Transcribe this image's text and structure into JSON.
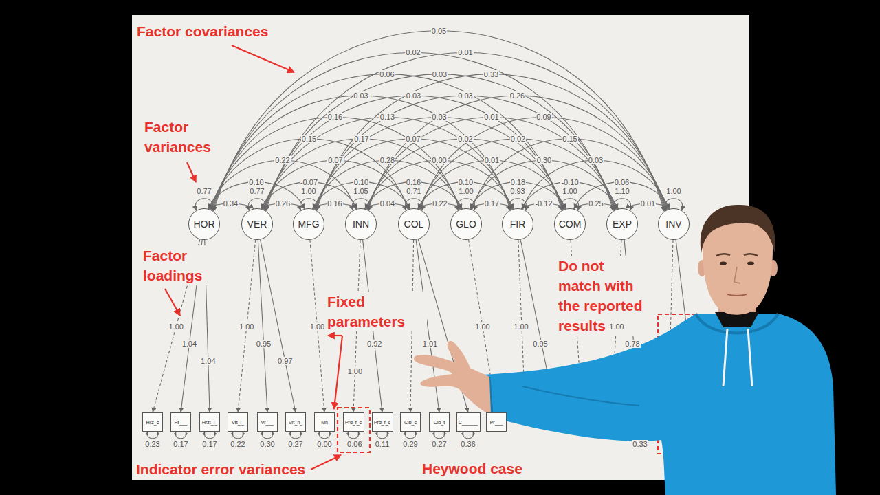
{
  "diagram": {
    "nodes": [
      {
        "text": [
          "HOR"
        ]
      },
      {
        "text": [
          "VER"
        ]
      },
      {
        "text": [
          "MFG"
        ]
      },
      {
        "text": [
          "INN"
        ]
      },
      {
        "text": [
          "COL"
        ]
      },
      {
        "text": [
          "GLO"
        ]
      },
      {
        "text": [
          "FIR"
        ]
      },
      {
        "text": [
          "COM"
        ]
      },
      {
        "text": [
          "EXP"
        ]
      },
      {
        "text": [
          "INV"
        ]
      },
      {
        "text": [
          "Hrz_c"
        ]
      },
      {
        "text": [
          "Hr___"
        ]
      },
      {
        "text": [
          "Hrzt_i_"
        ]
      },
      {
        "text": [
          "Vrt_i_"
        ]
      },
      {
        "text": [
          "Vr___"
        ]
      },
      {
        "text": [
          "Vrt_n_"
        ]
      },
      {
        "text": [
          "Mn"
        ]
      },
      {
        "text": [
          "Prd_f_c"
        ]
      },
      {
        "text": [
          "Prd_f_c"
        ]
      },
      {
        "text": [
          "Clb_c"
        ]
      },
      {
        "text": [
          "Clb_t"
        ]
      },
      {
        "text": [
          "C______"
        ]
      },
      {
        "text": [
          "Pr___"
        ]
      }
    ],
    "edges": [
      {
        "from": 0,
        "to": 1,
        "label": "0.34",
        "arrow": "both"
      },
      {
        "from": 1,
        "to": 2,
        "label": "0.26",
        "arrow": "both"
      },
      {
        "from": 2,
        "to": 3,
        "label": "0.16",
        "arrow": "both"
      },
      {
        "from": 3,
        "to": 4,
        "label": "0.04",
        "arrow": "both"
      },
      {
        "from": 4,
        "to": 5,
        "label": "0.22",
        "arrow": "both"
      },
      {
        "from": 5,
        "to": 6,
        "label": "0.17",
        "arrow": "both"
      },
      {
        "from": 6,
        "to": 7,
        "label": "-0.12",
        "arrow": "both"
      },
      {
        "from": 7,
        "to": 8,
        "label": "0.25",
        "arrow": "both"
      },
      {
        "from": 8,
        "to": 9,
        "label": "0.01",
        "arrow": "both"
      },
      {
        "from": 0,
        "to": 2,
        "label": "0.10",
        "arrow": "both"
      },
      {
        "from": 1,
        "to": 3,
        "label": "-0.07",
        "arrow": "both"
      },
      {
        "from": 2,
        "to": 4,
        "label": "0.10",
        "arrow": "both"
      },
      {
        "from": 3,
        "to": 5,
        "label": "0.16",
        "arrow": "both"
      },
      {
        "from": 4,
        "to": 6,
        "label": "0.10",
        "arrow": "both"
      },
      {
        "from": 5,
        "to": 7,
        "label": "0.18",
        "arrow": "both"
      },
      {
        "from": 6,
        "to": 8,
        "label": "-0.10",
        "arrow": "both"
      },
      {
        "from": 7,
        "to": 9,
        "label": "0.06",
        "arrow": "both"
      },
      {
        "from": 0,
        "to": 3,
        "label": "0.22",
        "arrow": "both"
      },
      {
        "from": 1,
        "to": 4,
        "label": "0.07",
        "arrow": "both"
      },
      {
        "from": 2,
        "to": 5,
        "label": "0.28",
        "arrow": "both"
      },
      {
        "from": 3,
        "to": 6,
        "label": "0.00",
        "arrow": "both"
      },
      {
        "from": 4,
        "to": 7,
        "label": "0.01",
        "arrow": "both"
      },
      {
        "from": 5,
        "to": 8,
        "label": "0.30",
        "arrow": "both"
      },
      {
        "from": 6,
        "to": 9,
        "label": "0.03",
        "arrow": "both"
      },
      {
        "from": 0,
        "to": 4,
        "label": "0.15",
        "arrow": "both"
      },
      {
        "from": 1,
        "to": 5,
        "label": "0.17",
        "arrow": "both"
      },
      {
        "from": 2,
        "to": 6,
        "label": "0.07",
        "arrow": "both"
      },
      {
        "from": 3,
        "to": 7,
        "label": "0.02",
        "arrow": "both"
      },
      {
        "from": 4,
        "to": 8,
        "label": "0.02",
        "arrow": "both"
      },
      {
        "from": 5,
        "to": 9,
        "label": "0.15",
        "arrow": "both"
      },
      {
        "from": 0,
        "to": 5,
        "label": "0.16",
        "arrow": "both"
      },
      {
        "from": 1,
        "to": 6,
        "label": "0.13",
        "arrow": "both"
      },
      {
        "from": 2,
        "to": 7,
        "label": "0.03",
        "arrow": "both"
      },
      {
        "from": 3,
        "to": 8,
        "label": "0.01",
        "arrow": "both"
      },
      {
        "from": 4,
        "to": 9,
        "label": "0.09",
        "arrow": "both"
      },
      {
        "from": 0,
        "to": 6,
        "label": "0.03",
        "arrow": "both"
      },
      {
        "from": 1,
        "to": 7,
        "label": "0.03",
        "arrow": "both"
      },
      {
        "from": 2,
        "to": 8,
        "label": "0.03",
        "arrow": "both"
      },
      {
        "from": 3,
        "to": 9,
        "label": "0.26",
        "arrow": "both"
      },
      {
        "from": 0,
        "to": 7,
        "label": "0.06",
        "arrow": "both"
      },
      {
        "from": 1,
        "to": 8,
        "label": "0.03",
        "arrow": "both"
      },
      {
        "from": 2,
        "to": 9,
        "label": "0.33",
        "arrow": "both"
      },
      {
        "from": 0,
        "to": 8,
        "label": "0.02",
        "arrow": "both"
      },
      {
        "from": 1,
        "to": 9,
        "label": "0.01",
        "arrow": "both"
      },
      {
        "from": 0,
        "to": 9,
        "label": "0.05",
        "arrow": "both"
      },
      {
        "from": 0,
        "to": 0,
        "label": "0.77",
        "arrow": "both"
      },
      {
        "from": 1,
        "to": 1,
        "label": "0.77",
        "arrow": "both"
      },
      {
        "from": 2,
        "to": 2,
        "label": "1.00",
        "arrow": "both"
      },
      {
        "from": 3,
        "to": 3,
        "label": "1.05",
        "arrow": "both"
      },
      {
        "from": 4,
        "to": 4,
        "label": "0.71",
        "arrow": "both"
      },
      {
        "from": 5,
        "to": 5,
        "label": "1.00",
        "arrow": "both"
      },
      {
        "from": 6,
        "to": 6,
        "label": "0.93",
        "arrow": "both"
      },
      {
        "from": 7,
        "to": 7,
        "label": "1.00",
        "arrow": "both"
      },
      {
        "from": 8,
        "to": 8,
        "label": "1.10",
        "arrow": "both"
      },
      {
        "from": 9,
        "to": 9,
        "label": "1.00",
        "arrow": "both"
      },
      {
        "from": 0,
        "to": 10,
        "label": "1.00",
        "arrow": "to"
      },
      {
        "from": 0,
        "to": 11,
        "label": "1.04",
        "arrow": "to"
      },
      {
        "from": 0,
        "to": 12,
        "label": "1.04",
        "arrow": "to"
      },
      {
        "from": 1,
        "to": 13,
        "label": "1.00",
        "arrow": "to"
      },
      {
        "from": 1,
        "to": 14,
        "label": "0.95",
        "arrow": "to"
      },
      {
        "from": 1,
        "to": 15,
        "label": "0.97",
        "arrow": "to"
      },
      {
        "from": 2,
        "to": 16,
        "label": "1.00",
        "arrow": "to"
      },
      {
        "from": 3,
        "to": 17,
        "label": "1.00",
        "arrow": "to"
      },
      {
        "from": 3,
        "to": 18,
        "label": "0.92",
        "arrow": "to"
      },
      {
        "from": 4,
        "to": 19,
        "label": "1.00",
        "arrow": "to"
      },
      {
        "from": 4,
        "to": 20,
        "label": "1.01",
        "arrow": "to"
      },
      {
        "from": 4,
        "to": 21,
        "arrow": "to"
      },
      {
        "from": 5,
        "to": 22,
        "label": "1.00",
        "arrow": "to"
      },
      {
        "from": 10,
        "to": 10,
        "label": "0.23",
        "arrow": "both"
      },
      {
        "from": 11,
        "to": 11,
        "label": "0.17",
        "arrow": "both"
      },
      {
        "from": 12,
        "to": 12,
        "label": "0.17",
        "arrow": "both"
      },
      {
        "from": 13,
        "to": 13,
        "label": "0.22",
        "arrow": "both"
      },
      {
        "from": 14,
        "to": 14,
        "label": "0.30",
        "arrow": "both"
      },
      {
        "from": 15,
        "to": 15,
        "label": "0.27",
        "arrow": "both"
      },
      {
        "from": 16,
        "to": 16,
        "label": "0.00",
        "arrow": "both"
      },
      {
        "from": 17,
        "to": 17,
        "label": "-0.06",
        "arrow": "both"
      },
      {
        "from": 18,
        "to": 18,
        "label": "0.11",
        "arrow": "both"
      },
      {
        "from": 19,
        "to": 19,
        "label": "0.29",
        "arrow": "both"
      },
      {
        "from": 20,
        "to": 20,
        "label": "0.27",
        "arrow": "both"
      },
      {
        "from": 21,
        "to": 21,
        "label": "0.36",
        "arrow": "both"
      }
    ],
    "labels": [
      "Factor covariances",
      "Factor variances",
      "Factor loadings",
      "Fixed parameters",
      "Do not match with the reported results",
      "Indicator error variances",
      "Heywood case",
      "1.00",
      "0.95",
      "1.00",
      "0.78",
      "0.33"
    ]
  }
}
